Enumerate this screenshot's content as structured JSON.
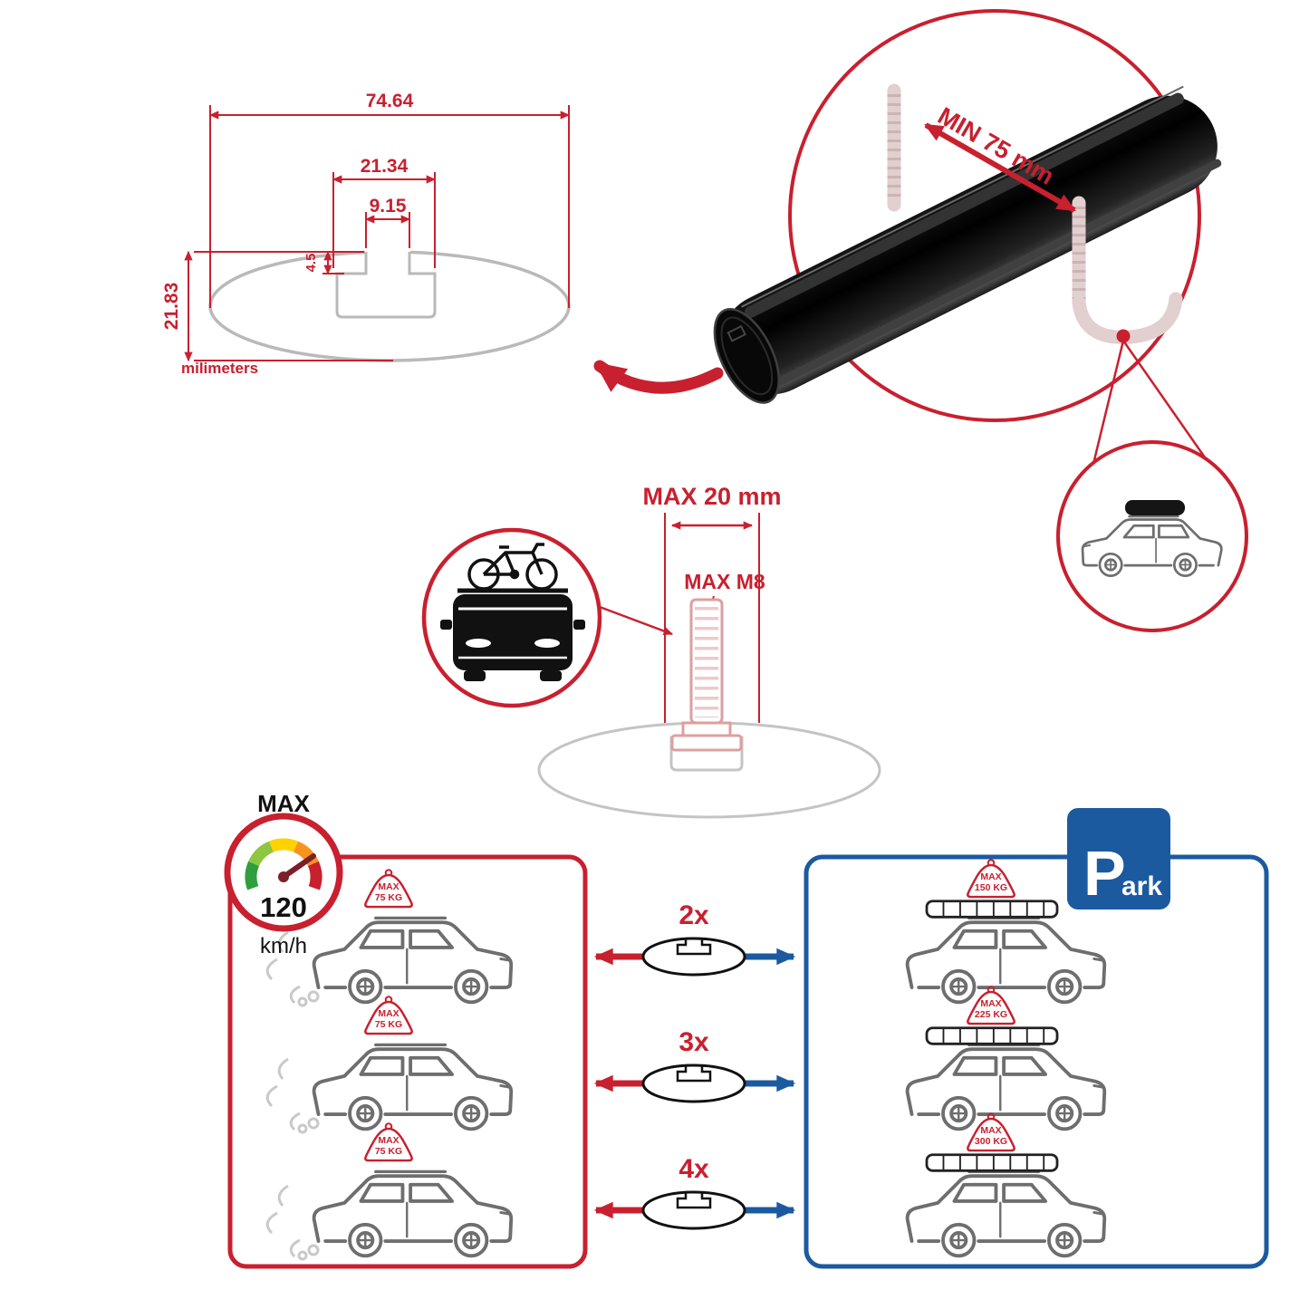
{
  "colors": {
    "red": "#c8202f",
    "blue": "#1c5aa0",
    "gray": "#b9b9b9",
    "black": "#111111"
  },
  "dimensions": {
    "total_width": "74.64",
    "channel_outer_width": "21.34",
    "channel_opening_width": "9.15",
    "channel_depth": "4.5",
    "total_height": "21.83",
    "units_label": "milimeters"
  },
  "clamp_detail": {
    "min_span_label": "MIN 75 mm"
  },
  "bolt_detail": {
    "max_length_label": "MAX 20 mm",
    "max_thread_label": "MAX M8"
  },
  "speed_gauge": {
    "title": "MAX",
    "value": "120",
    "unit": "km/h"
  },
  "park_sign": {
    "letter": "P",
    "rest": "ark"
  },
  "load_rows": [
    {
      "count": "2x",
      "driving_load_line1": "MAX",
      "driving_load_line2": "75 KG",
      "parked_load_line1": "MAX",
      "parked_load_line2": "150 KG"
    },
    {
      "count": "3x",
      "driving_load_line1": "MAX",
      "driving_load_line2": "75 KG",
      "parked_load_line1": "MAX",
      "parked_load_line2": "225 KG"
    },
    {
      "count": "4x",
      "driving_load_line1": "MAX",
      "driving_load_line2": "75 KG",
      "parked_load_line1": "MAX",
      "parked_load_line2": "300 KG"
    }
  ]
}
